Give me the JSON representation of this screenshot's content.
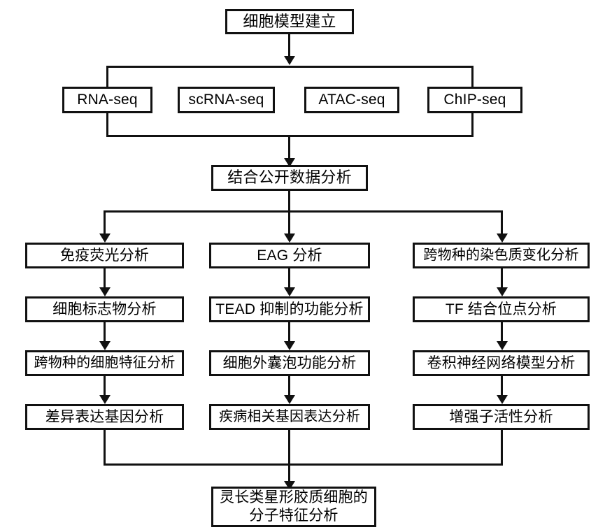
{
  "diagram": {
    "title": "细胞模型建立",
    "root": {
      "label": "细胞模型建立"
    },
    "assays": [
      {
        "label": "RNA-seq"
      },
      {
        "label": "scRNA-seq"
      },
      {
        "label": "ATAC-seq"
      },
      {
        "label": "ChIP-seq"
      }
    ],
    "integration": {
      "label": "结合公开数据分析"
    },
    "columns": [
      {
        "name": "left-column",
        "steps": [
          {
            "label": "免疫荧光分析"
          },
          {
            "label": "细胞标志物分析"
          },
          {
            "label": "跨物种的细胞特征分析"
          },
          {
            "label": "差异表达基因分析"
          }
        ]
      },
      {
        "name": "center-column",
        "steps": [
          {
            "label": "EAG 分析"
          },
          {
            "label": "TEAD 抑制的功能分析"
          },
          {
            "label": "细胞外囊泡功能分析"
          },
          {
            "label": "疾病相关基因表达分析"
          }
        ]
      },
      {
        "name": "right-column",
        "steps": [
          {
            "label": "跨物种的染色质变化分析"
          },
          {
            "label": "TF 结合位点分析"
          },
          {
            "label": "卷积神经网络模型分析"
          },
          {
            "label": "增强子活性分析"
          }
        ]
      }
    ],
    "conclusion": {
      "label": "灵长类星形胶质细胞的\n分子特征分析"
    },
    "colors": {
      "stroke": "#111111",
      "fill": "#ffffff",
      "text": "#000000"
    }
  }
}
